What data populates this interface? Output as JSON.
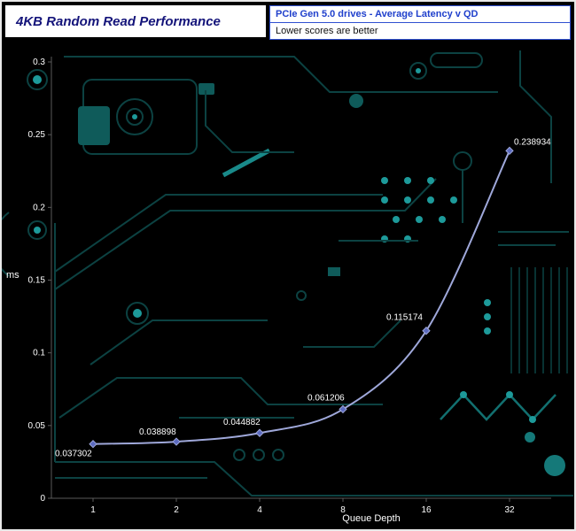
{
  "header": {
    "title": "4KB Random Read Performance",
    "subtitle": "PCIe Gen 5.0 drives -  Average Latency v QD",
    "note": "Lower scores are better"
  },
  "chart_data": {
    "type": "line",
    "title": "4KB Random Read Performance",
    "x": [
      1,
      2,
      4,
      8,
      16,
      32
    ],
    "xtick_labels": [
      "1",
      "2",
      "4",
      "8",
      "16",
      "32"
    ],
    "series": [
      {
        "name": "Average Latency",
        "values": [
          0.037302,
          0.038898,
          0.044882,
          0.061206,
          0.115174,
          0.238934
        ]
      }
    ],
    "labels": [
      "0.037302",
      "0.038898",
      "0.044882",
      "0.061206",
      "0.115174",
      "0.238934"
    ],
    "xlabel": "Queue Depth",
    "ylabel": "ms",
    "ylim": [
      0,
      0.3
    ],
    "yticks": [
      0,
      0.05,
      0.1,
      0.15,
      0.2,
      0.25,
      0.3
    ],
    "ytick_labels": [
      "0",
      "0.05",
      "0.1",
      "0.15",
      "0.2",
      "0.25",
      "0.3"
    ],
    "grid": false,
    "legend": "none",
    "line_color": "#9fa8da",
    "marker": "diamond",
    "marker_fill": "#5c6bc0",
    "background_color": "#000000",
    "circuit_dim_color": "#0d4646",
    "circuit_bright_color": "#1fa3a3",
    "text_color": "#ffffff"
  }
}
